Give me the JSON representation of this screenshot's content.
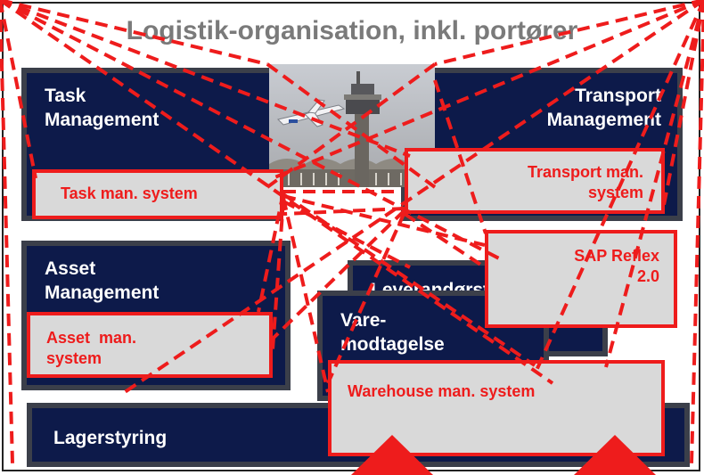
{
  "title": "Logistik-organisation, inkl. portører",
  "blocks": {
    "task": "Task\nManagement",
    "transport": "Transport\nManagement",
    "asset": "Asset\nManagement",
    "leverandor": "Leverandørstyring",
    "vare": "Vare-\nmodtagelse",
    "lager": "Lagerstyring"
  },
  "systems": {
    "task": "Task man. system",
    "transport": "Transport man.\nsystem",
    "sap": "SAP Reflex\n2.0",
    "asset": "Asset  man.\nsystem",
    "warehouse": "Warehouse  man. system"
  },
  "colors": {
    "navy": "#0d1a4a",
    "red": "#ee1c1c",
    "grey": "#d9d9d9"
  }
}
